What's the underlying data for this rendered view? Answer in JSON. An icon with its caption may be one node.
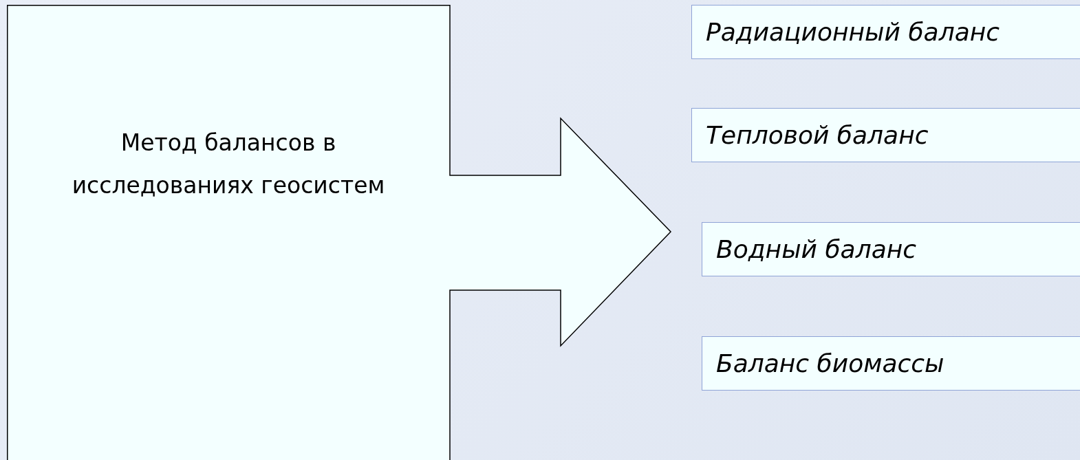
{
  "diagram": {
    "nodes": [
      {
        "text": [
          "Метод балансов в исследованиях геосистем"
        ]
      },
      {
        "text": [
          "Радиационный баланс"
        ]
      },
      {
        "text": [
          "Тепловой баланс"
        ]
      },
      {
        "text": [
          "Водный баланс"
        ]
      },
      {
        "text": [
          "Баланс биомассы"
        ]
      }
    ]
  }
}
